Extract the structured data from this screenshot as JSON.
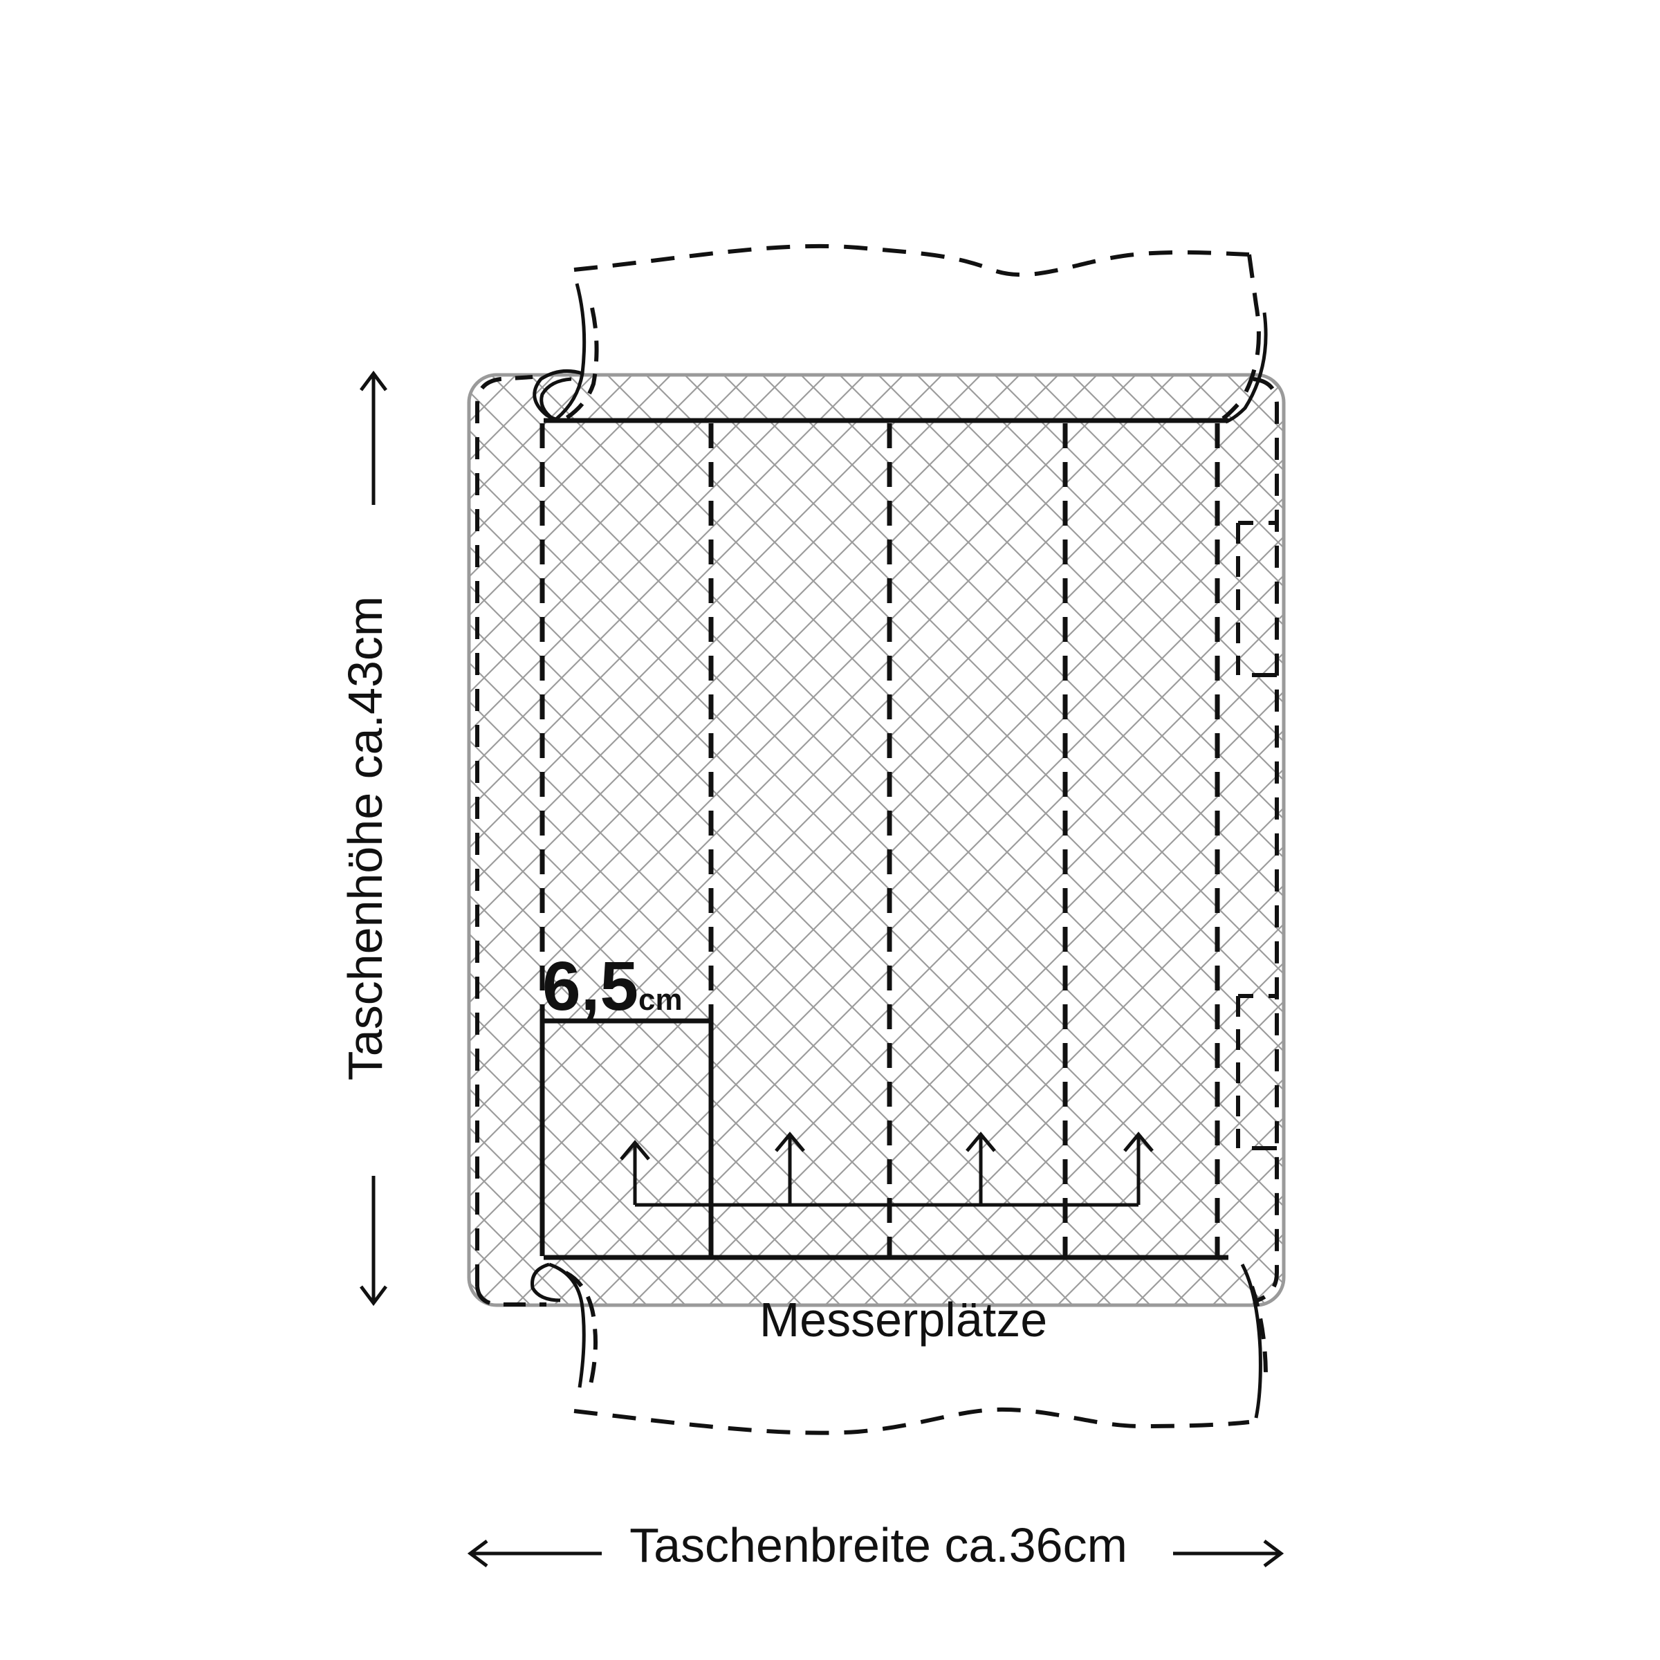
{
  "diagram": {
    "width_label": "Taschenbreite ca.36cm",
    "height_label": "Taschenhöhe  ca.43cm",
    "pocket_width_value": "6,5",
    "pocket_width_unit": "cm",
    "pockets_label": "Messerplätze",
    "colors": {
      "line": "#111111",
      "fabric_outline": "#9a9a9a",
      "hatch": "#9c9c9c",
      "background": "#ffffff"
    }
  }
}
